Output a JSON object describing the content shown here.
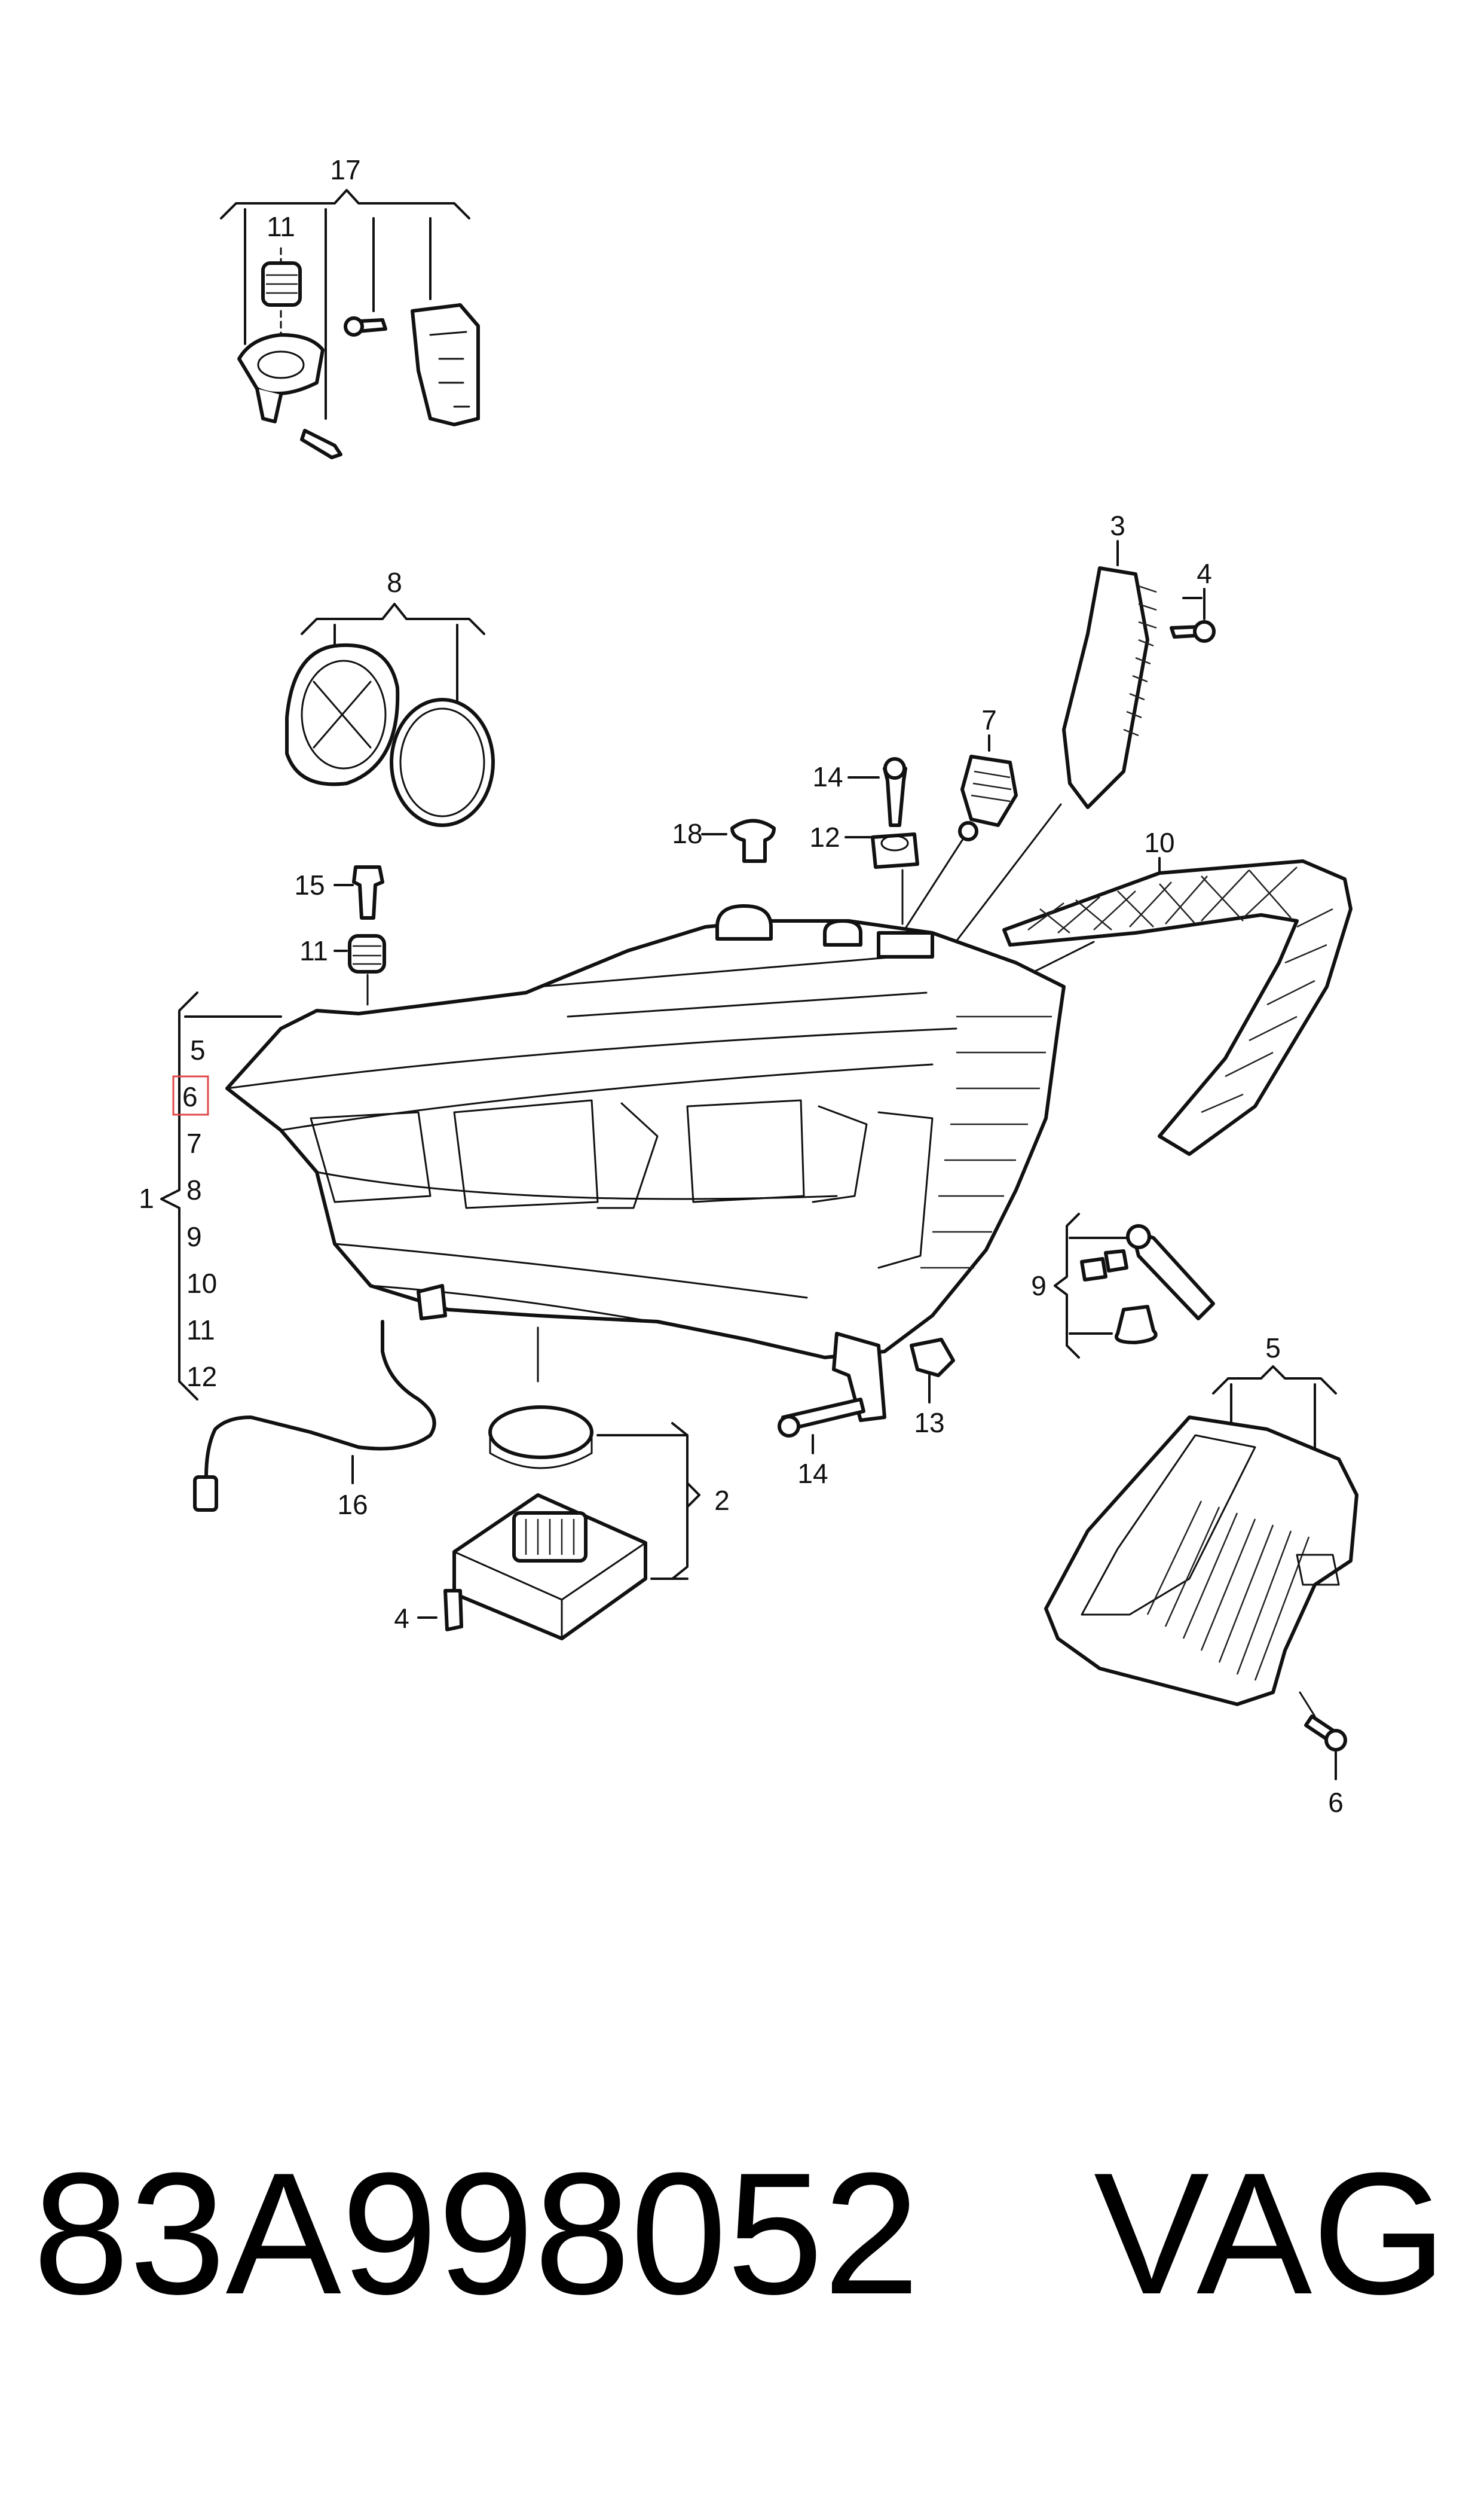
{
  "diagram": {
    "labels": {
      "l17": "17",
      "l11a": "11",
      "l8": "8",
      "l3": "3",
      "l4a": "4",
      "l7": "7",
      "l14a": "14",
      "l12": "12",
      "l18": "18",
      "l10": "10",
      "l15": "15",
      "l11b": "11",
      "l1": "1",
      "s5": "5",
      "s6": "6",
      "s7": "7",
      "s8": "8",
      "s9": "9",
      "s10": "10",
      "s11": "11",
      "s12": "12",
      "l9": "9",
      "l5": "5",
      "l13": "13",
      "l14b": "14",
      "l16": "16",
      "l2": "2",
      "l4b": "4",
      "l6": "6"
    },
    "highlight_color": "#e04a4a"
  },
  "footer": {
    "part_number": "83A998052",
    "brand": "VAG"
  }
}
